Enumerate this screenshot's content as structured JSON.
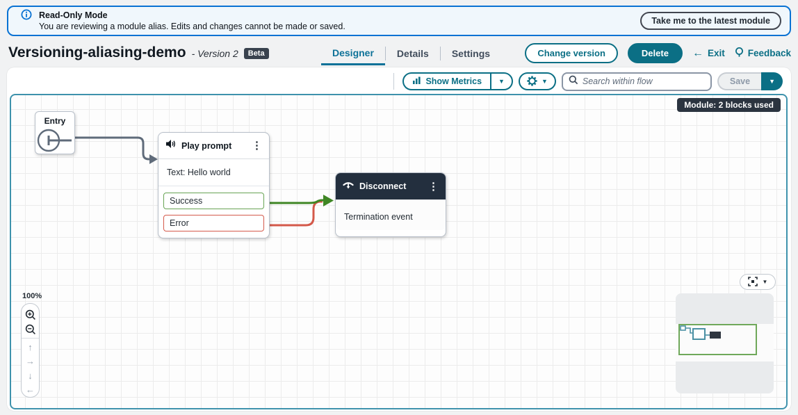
{
  "banner": {
    "title": "Read-Only Mode",
    "message": "You are reviewing a module alias. Edits and changes cannot be made or saved.",
    "action": "Take me to the latest module"
  },
  "header": {
    "title": "Versioning-aliasing-demo",
    "version": "- Version 2",
    "beta": "Beta",
    "tabs": [
      {
        "label": "Designer",
        "active": true
      },
      {
        "label": "Details",
        "active": false
      },
      {
        "label": "Settings",
        "active": false
      }
    ],
    "actions": {
      "change_version": "Change version",
      "delete": "Delete",
      "exit": "Exit",
      "feedback": "Feedback"
    }
  },
  "toolbar": {
    "show_metrics": "Show Metrics",
    "search_placeholder": "Search within flow",
    "save": "Save"
  },
  "canvas": {
    "badge": "Module: 2 blocks used",
    "zoom_level": "100%",
    "blocks": {
      "entry": {
        "title": "Entry"
      },
      "play_prompt": {
        "title": "Play prompt",
        "body": "Text: Hello world",
        "branches": [
          {
            "label": "Success",
            "color": "#67a353"
          },
          {
            "label": "Error",
            "color": "#d4594a"
          }
        ]
      },
      "disconnect": {
        "title": "Disconnect",
        "body": "Termination event"
      }
    },
    "colors": {
      "entry_connector": "#5f6b7a",
      "success_connector": "#3f8624",
      "error_connector": "#d4594a",
      "canvas_border": "#3e92ac",
      "accent_teal": "#0b6f85",
      "banner_accent": "#0972d3",
      "dark_header": "#232f3e"
    }
  }
}
